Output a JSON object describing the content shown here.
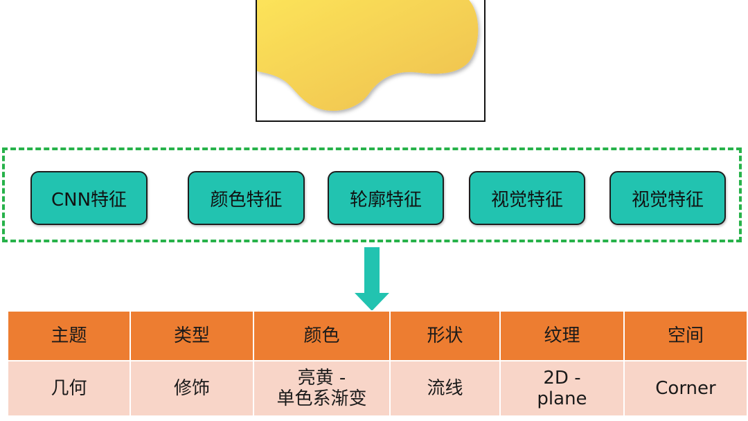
{
  "colors": {
    "feature_fill": "#22c3b0",
    "group_border": "#27b24a",
    "arrow": "#22c3b0",
    "header_fill": "#ed7d31",
    "cell_fill": "#f8d5c8",
    "blob_light": "#fce35a",
    "blob_dark": "#eebf4e"
  },
  "features": [
    {
      "label": "CNN特征"
    },
    {
      "label": "颜色特征"
    },
    {
      "label": "轮廓特征"
    },
    {
      "label": "视觉特征"
    },
    {
      "label": "视觉特征"
    }
  ],
  "table": {
    "headers": [
      "主题",
      "类型",
      "颜色",
      "形状",
      "纹理",
      "空间"
    ],
    "row": [
      {
        "line1": "几何",
        "line2": ""
      },
      {
        "line1": "修饰",
        "line2": ""
      },
      {
        "line1": "亮黄 -",
        "line2": "单色系渐变"
      },
      {
        "line1": "流线",
        "line2": ""
      },
      {
        "line1": "2D -",
        "line2": "plane"
      },
      {
        "line1": "Corner",
        "line2": ""
      }
    ]
  }
}
